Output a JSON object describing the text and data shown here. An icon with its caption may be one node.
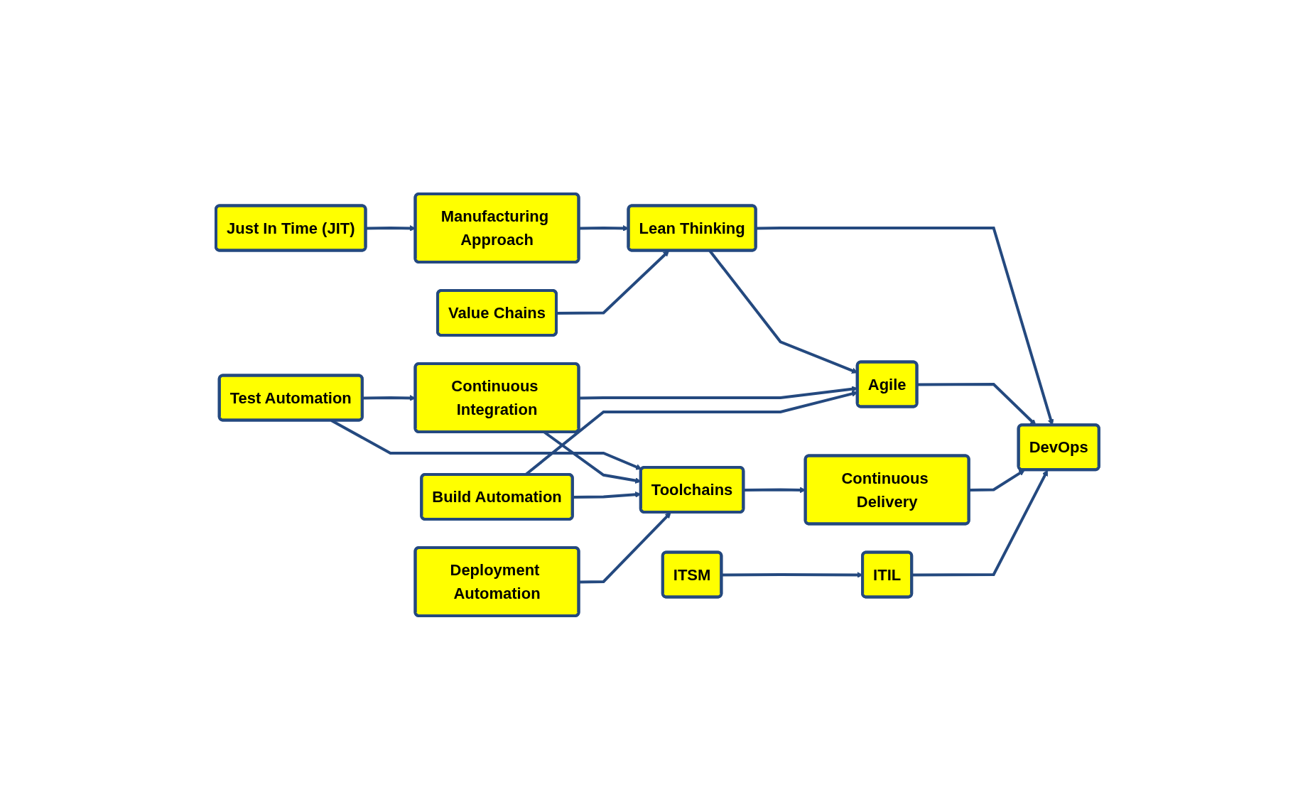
{
  "diagram": {
    "nodes": [
      {
        "text": [
          "Just In Time (JIT)"
        ]
      },
      {
        "text": [
          "Manufacturing Approach"
        ]
      },
      {
        "text": [
          "Value Chains"
        ]
      },
      {
        "text": [
          "Lean Thinking"
        ]
      },
      {
        "text": [
          "Test Automation"
        ]
      },
      {
        "text": [
          "Continuous Integration"
        ]
      },
      {
        "text": [
          "Agile"
        ]
      },
      {
        "text": [
          "DevOps"
        ]
      },
      {
        "text": [
          "Build Automation"
        ]
      },
      {
        "text": [
          "Toolchains"
        ]
      },
      {
        "text": [
          "Continuous Delivery"
        ]
      },
      {
        "text": [
          "Deployment Automation"
        ]
      },
      {
        "text": [
          "ITSM"
        ]
      },
      {
        "text": [
          "ITIL"
        ]
      }
    ],
    "edges": [
      {
        "from": 0,
        "to": 1,
        "arrow": "to"
      },
      {
        "from": 1,
        "to": 3,
        "arrow": "to"
      },
      {
        "from": 2,
        "to": 3,
        "arrow": "to"
      },
      {
        "from": 3,
        "to": 6,
        "arrow": "to"
      },
      {
        "from": 3,
        "to": 7,
        "arrow": "to"
      },
      {
        "from": 4,
        "to": 5,
        "arrow": "to"
      },
      {
        "from": 4,
        "to": 9,
        "arrow": "to"
      },
      {
        "from": 5,
        "to": 6,
        "arrow": "to"
      },
      {
        "from": 5,
        "to": 9,
        "arrow": "to"
      },
      {
        "from": 8,
        "to": 6,
        "arrow": "to"
      },
      {
        "from": 8,
        "to": 9,
        "arrow": "to"
      },
      {
        "from": 11,
        "to": 9,
        "arrow": "to"
      },
      {
        "from": 9,
        "to": 10,
        "arrow": "to"
      },
      {
        "from": 6,
        "to": 7,
        "arrow": "to"
      },
      {
        "from": 10,
        "to": 7,
        "arrow": "to"
      },
      {
        "from": 12,
        "to": 13,
        "arrow": "to"
      },
      {
        "from": 13,
        "to": 7,
        "arrow": "to"
      }
    ]
  }
}
